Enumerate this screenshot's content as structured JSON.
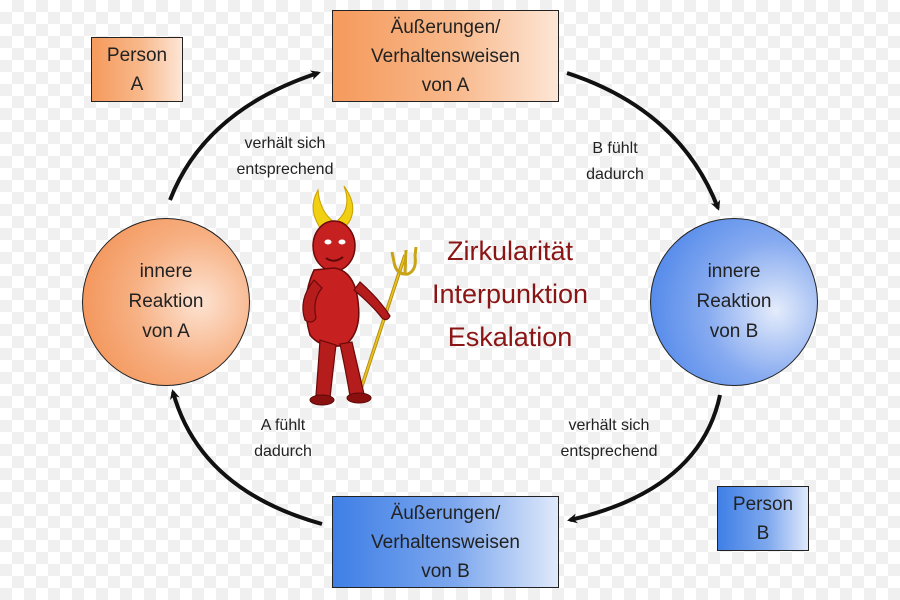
{
  "person_a": [
    "Person",
    "A"
  ],
  "person_b": [
    "Person",
    "B"
  ],
  "top_box": [
    "Äußerungen/",
    "Verhaltensweisen",
    "von A"
  ],
  "bottom_box": [
    "Äußerungen/",
    "Verhaltensweisen",
    "von B"
  ],
  "circle_a": [
    "innere",
    "Reaktion",
    "von A"
  ],
  "circle_b": [
    "innere",
    "Reaktion",
    "von B"
  ],
  "arrows": {
    "top_left": [
      "verhält sich",
      "entsprechend"
    ],
    "top_right": [
      "B fühlt",
      "dadurch"
    ],
    "bottom_left": [
      "A fühlt",
      "dadurch"
    ],
    "bottom_right": [
      "verhält sich",
      "entsprechend"
    ]
  },
  "center": [
    "Zirkularität",
    "Interpunktion",
    "Eskalation"
  ],
  "colors": {
    "person_a": "#f59a5c",
    "person_b": "#3f7fe6",
    "center_text": "#8b1414",
    "devil": "#c62020"
  },
  "icons": [
    "devil-figure-icon",
    "trident-icon"
  ]
}
